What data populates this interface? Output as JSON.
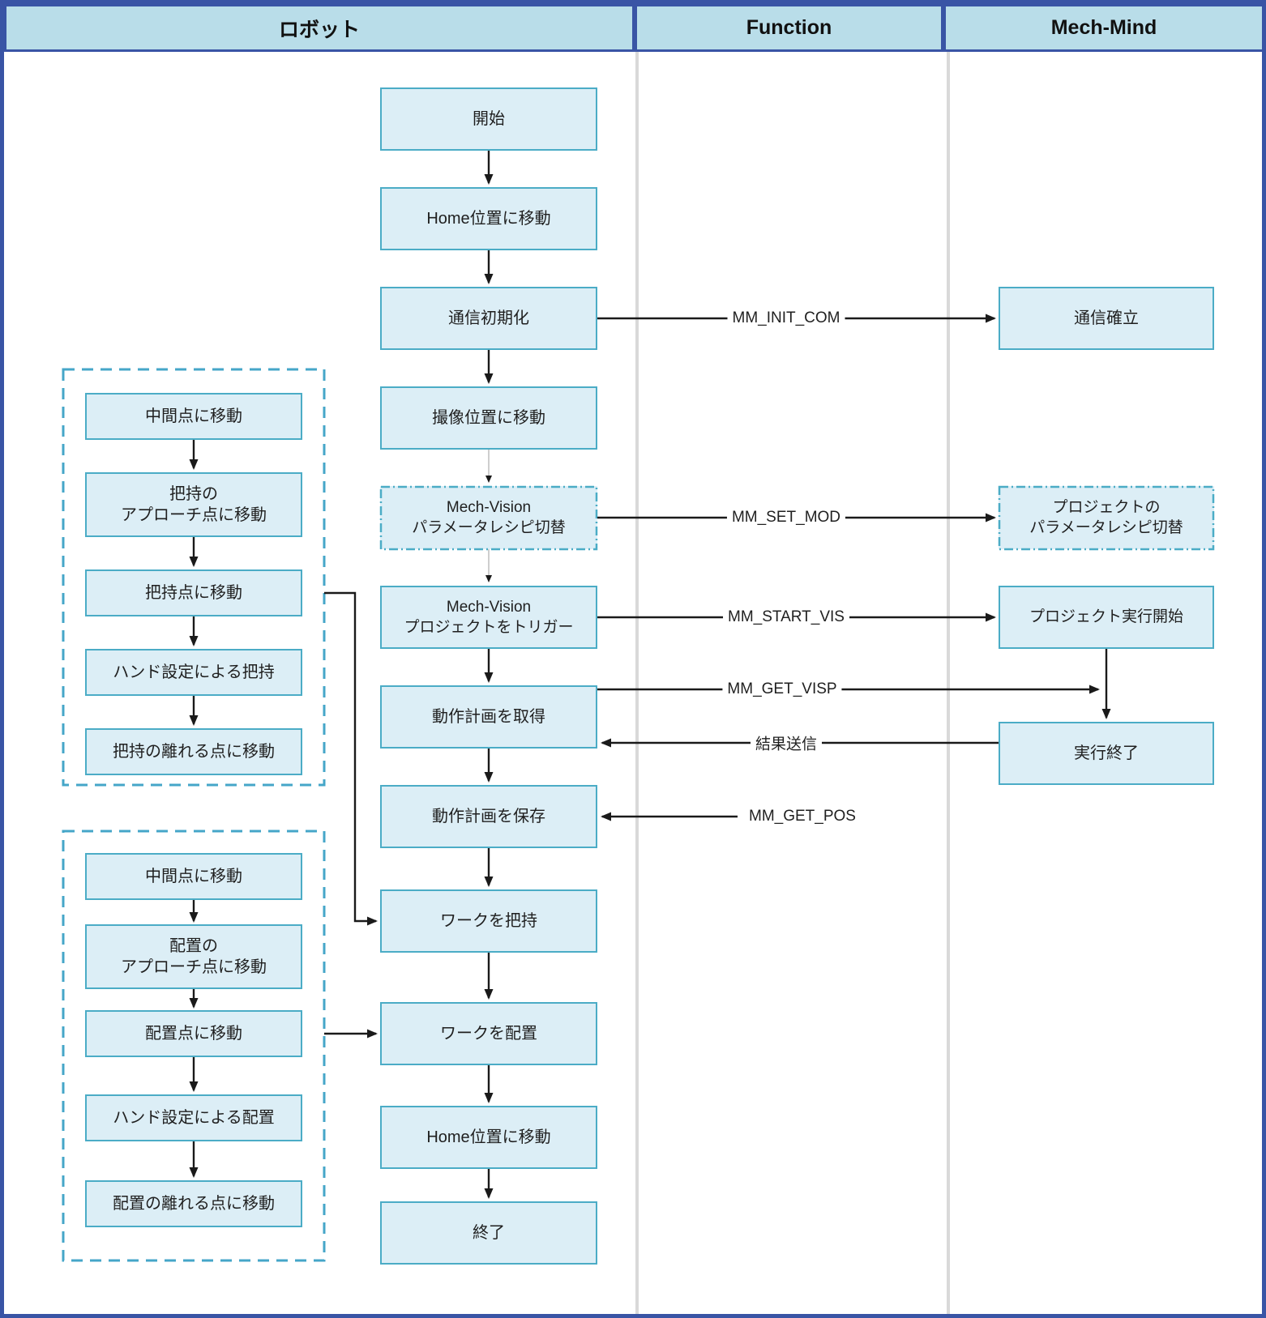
{
  "header": {
    "robot": "ロボット",
    "function": "Function",
    "mech_mind": "Mech-Mind"
  },
  "main_flow": {
    "start": "開始",
    "move_home_1": "Home位置に移動",
    "init_com": "通信初期化",
    "move_capture": "撮像位置に移動",
    "recipe_switch": "Mech-Vision\nパラメータレシピ切替",
    "trigger_project": "Mech-Vision\nプロジェクトをトリガー",
    "get_plan": "動作計画を取得",
    "save_plan": "動作計画を保存",
    "pick_work": "ワークを把持",
    "place_work": "ワークを配置",
    "move_home_2": "Home位置に移動",
    "end": "終了"
  },
  "pick_group": {
    "mid_point": "中間点に移動",
    "approach": "把持の\nアプローチ点に移動",
    "grasp_point": "把持点に移動",
    "hand_grasp": "ハンド設定による把持",
    "depart_point": "把持の離れる点に移動"
  },
  "place_group": {
    "mid_point": "中間点に移動",
    "approach": "配置の\nアプローチ点に移動",
    "place_point": "配置点に移動",
    "hand_place": "ハンド設定による配置",
    "depart_point": "配置の離れる点に移動"
  },
  "mech_mind": {
    "com_established": "通信確立",
    "recipe_switch": "プロジェクトの\nパラメータレシピ切替",
    "project_start": "プロジェクト実行開始",
    "project_end": "実行終了"
  },
  "function_calls": {
    "init_com": "MM_INIT_COM",
    "set_mod": "MM_SET_MOD",
    "start_vis": "MM_START_VIS",
    "get_visp": "MM_GET_VISP",
    "send_result": "結果送信",
    "get_pos": "MM_GET_POS"
  },
  "colors": {
    "header_fill": "#b9dde9",
    "frame_border": "#3954a5",
    "node_fill": "#dceef6",
    "node_border": "#4bacc6",
    "lane_separator": "#d9d9d9",
    "arrow": "#1a1a1a"
  }
}
